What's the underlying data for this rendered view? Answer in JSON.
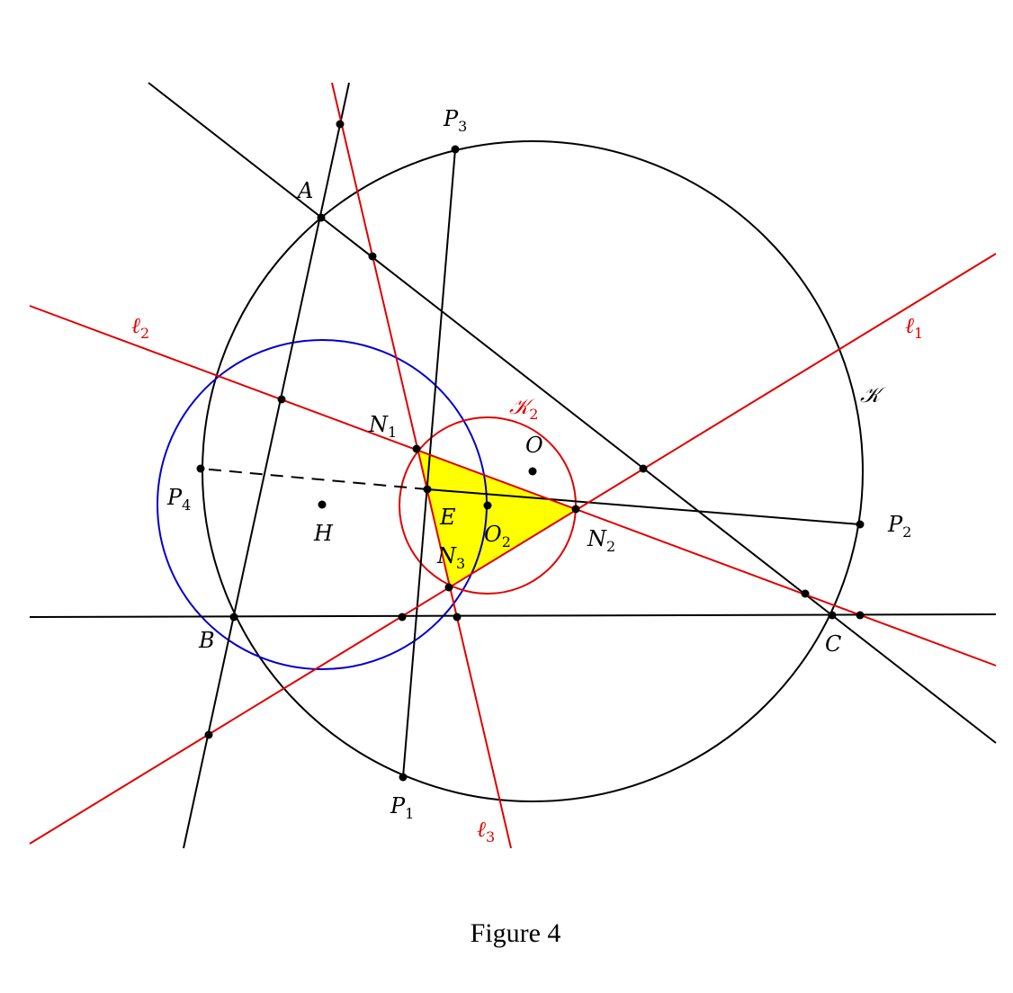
{
  "caption": "Figure 4",
  "colors": {
    "black": "#000000",
    "red": "#e00000",
    "blue": "#0000cc",
    "fill": "#ffff00"
  },
  "labels": {
    "A": "A",
    "B": "B",
    "C": "C",
    "O": "O",
    "H": "H",
    "E": "E",
    "O2": {
      "main": "O",
      "sub": "2"
    },
    "N1": {
      "main": "N",
      "sub": "1"
    },
    "N2": {
      "main": "N",
      "sub": "2"
    },
    "N3": {
      "main": "N",
      "sub": "3"
    },
    "P1": {
      "main": "P",
      "sub": "1"
    },
    "P2": {
      "main": "P",
      "sub": "2"
    },
    "P3": {
      "main": "P",
      "sub": "3"
    },
    "P4": {
      "main": "P",
      "sub": "4"
    },
    "l1": {
      "main": "ℓ",
      "sub": "1"
    },
    "l2": {
      "main": "ℓ",
      "sub": "2"
    },
    "l3": {
      "main": "ℓ",
      "sub": "3"
    },
    "K": "𝒦",
    "K2": {
      "main": "𝒦",
      "sub": "2"
    }
  }
}
